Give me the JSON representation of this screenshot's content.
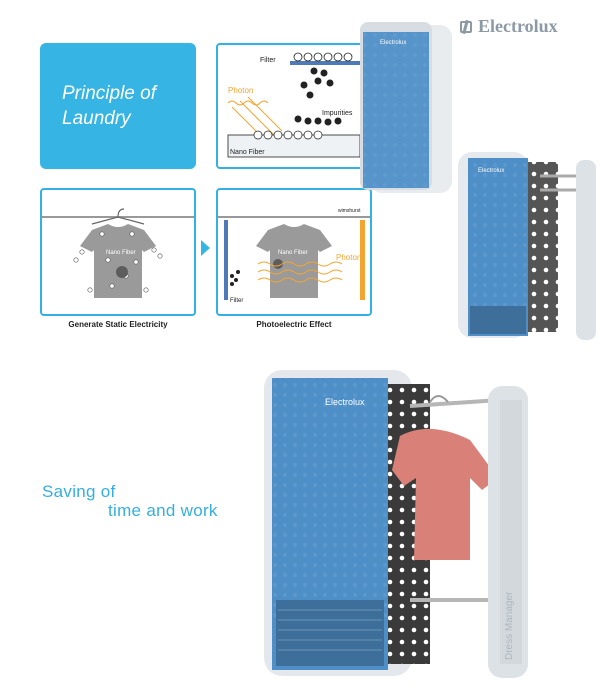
{
  "brand": {
    "name": "Electrolux"
  },
  "principle_card": {
    "title": "Principle of Laundry"
  },
  "diagram_photon": {
    "labels": {
      "filter": "Filter",
      "photon": "Photon",
      "impurities": "Impurities",
      "nano_fiber": "Nano Fiber"
    }
  },
  "diagram_static": {
    "labels": {
      "nano_fiber": "Nano Fiber"
    },
    "caption": "Generate Static Electricity"
  },
  "diagram_photoelectric": {
    "labels": {
      "window_text": "wimshurst",
      "nano_fiber": "Nano Fiber",
      "photon": "Photon",
      "filter": "Filter"
    },
    "caption": "Photoelectric Effect"
  },
  "tagline": {
    "line1": "Saving of",
    "line2": "time and work"
  },
  "product": {
    "front_logo": "Electrolux",
    "side_label": "Dress Manager"
  },
  "colors": {
    "accent": "#36b4e3",
    "device_blue": "#4f8fc7",
    "photon": "#f2a531",
    "shirt": "#d98078"
  }
}
